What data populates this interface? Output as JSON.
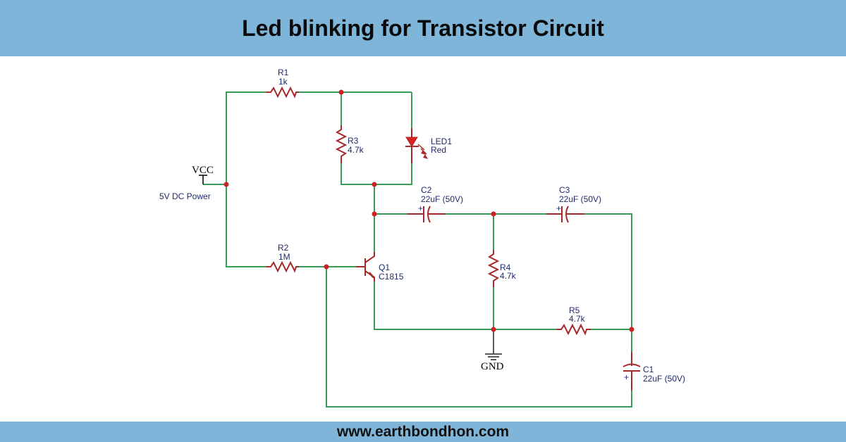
{
  "header": {
    "title": "Led blinking for Transistor Circuit"
  },
  "footer": {
    "website": "www.earthbondhon.com"
  },
  "colors": {
    "banner": "#7eb5d8",
    "wire": "#3a9a5a",
    "component": "#a52a2a",
    "junction": "#cc2222",
    "label": "#1f2a6b",
    "led": "#e02020"
  },
  "components": {
    "r1": {
      "ref": "R1",
      "value": "1k"
    },
    "r2": {
      "ref": "R2",
      "value": "1M"
    },
    "r3": {
      "ref": "R3",
      "value": "4.7k"
    },
    "r4": {
      "ref": "R4",
      "value": "4.7k"
    },
    "r5": {
      "ref": "R5",
      "value": "4.7k"
    },
    "led1": {
      "ref": "LED1",
      "value": "Red"
    },
    "q1": {
      "ref": "Q1",
      "value": "C1815"
    },
    "c1": {
      "ref": "C1",
      "value": "22uF (50V)"
    },
    "c2": {
      "ref": "C2",
      "value": "22uF (50V)"
    },
    "c3": {
      "ref": "C3",
      "value": "22uF (50V)"
    },
    "plus": "+"
  },
  "power": {
    "vcc_label": "VCC",
    "vcc_desc": "5V DC Power",
    "gnd_label": "GND"
  }
}
